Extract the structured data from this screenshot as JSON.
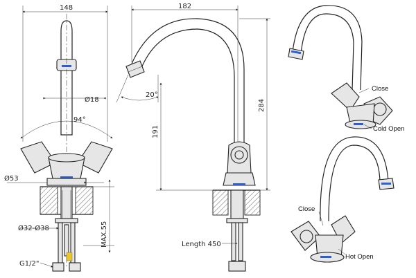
{
  "dimensions": {
    "width_top": "148",
    "spout_reach": "182",
    "height_total": "284",
    "height_spout": "191",
    "spout_angle": "20°",
    "diameter_spout": "Ø18",
    "rotation_angle": "94°",
    "base_diameter": "Ø53",
    "hole_diameter": "Ø32-Ø38",
    "max_thickness": "MAX.55",
    "hose_length": "Length 450",
    "thread": "G1/2\""
  },
  "callouts": {
    "top_close": "Close",
    "cold_open": "Cold Open",
    "bottom_close": "Close",
    "hot_open": "Hot Open"
  }
}
